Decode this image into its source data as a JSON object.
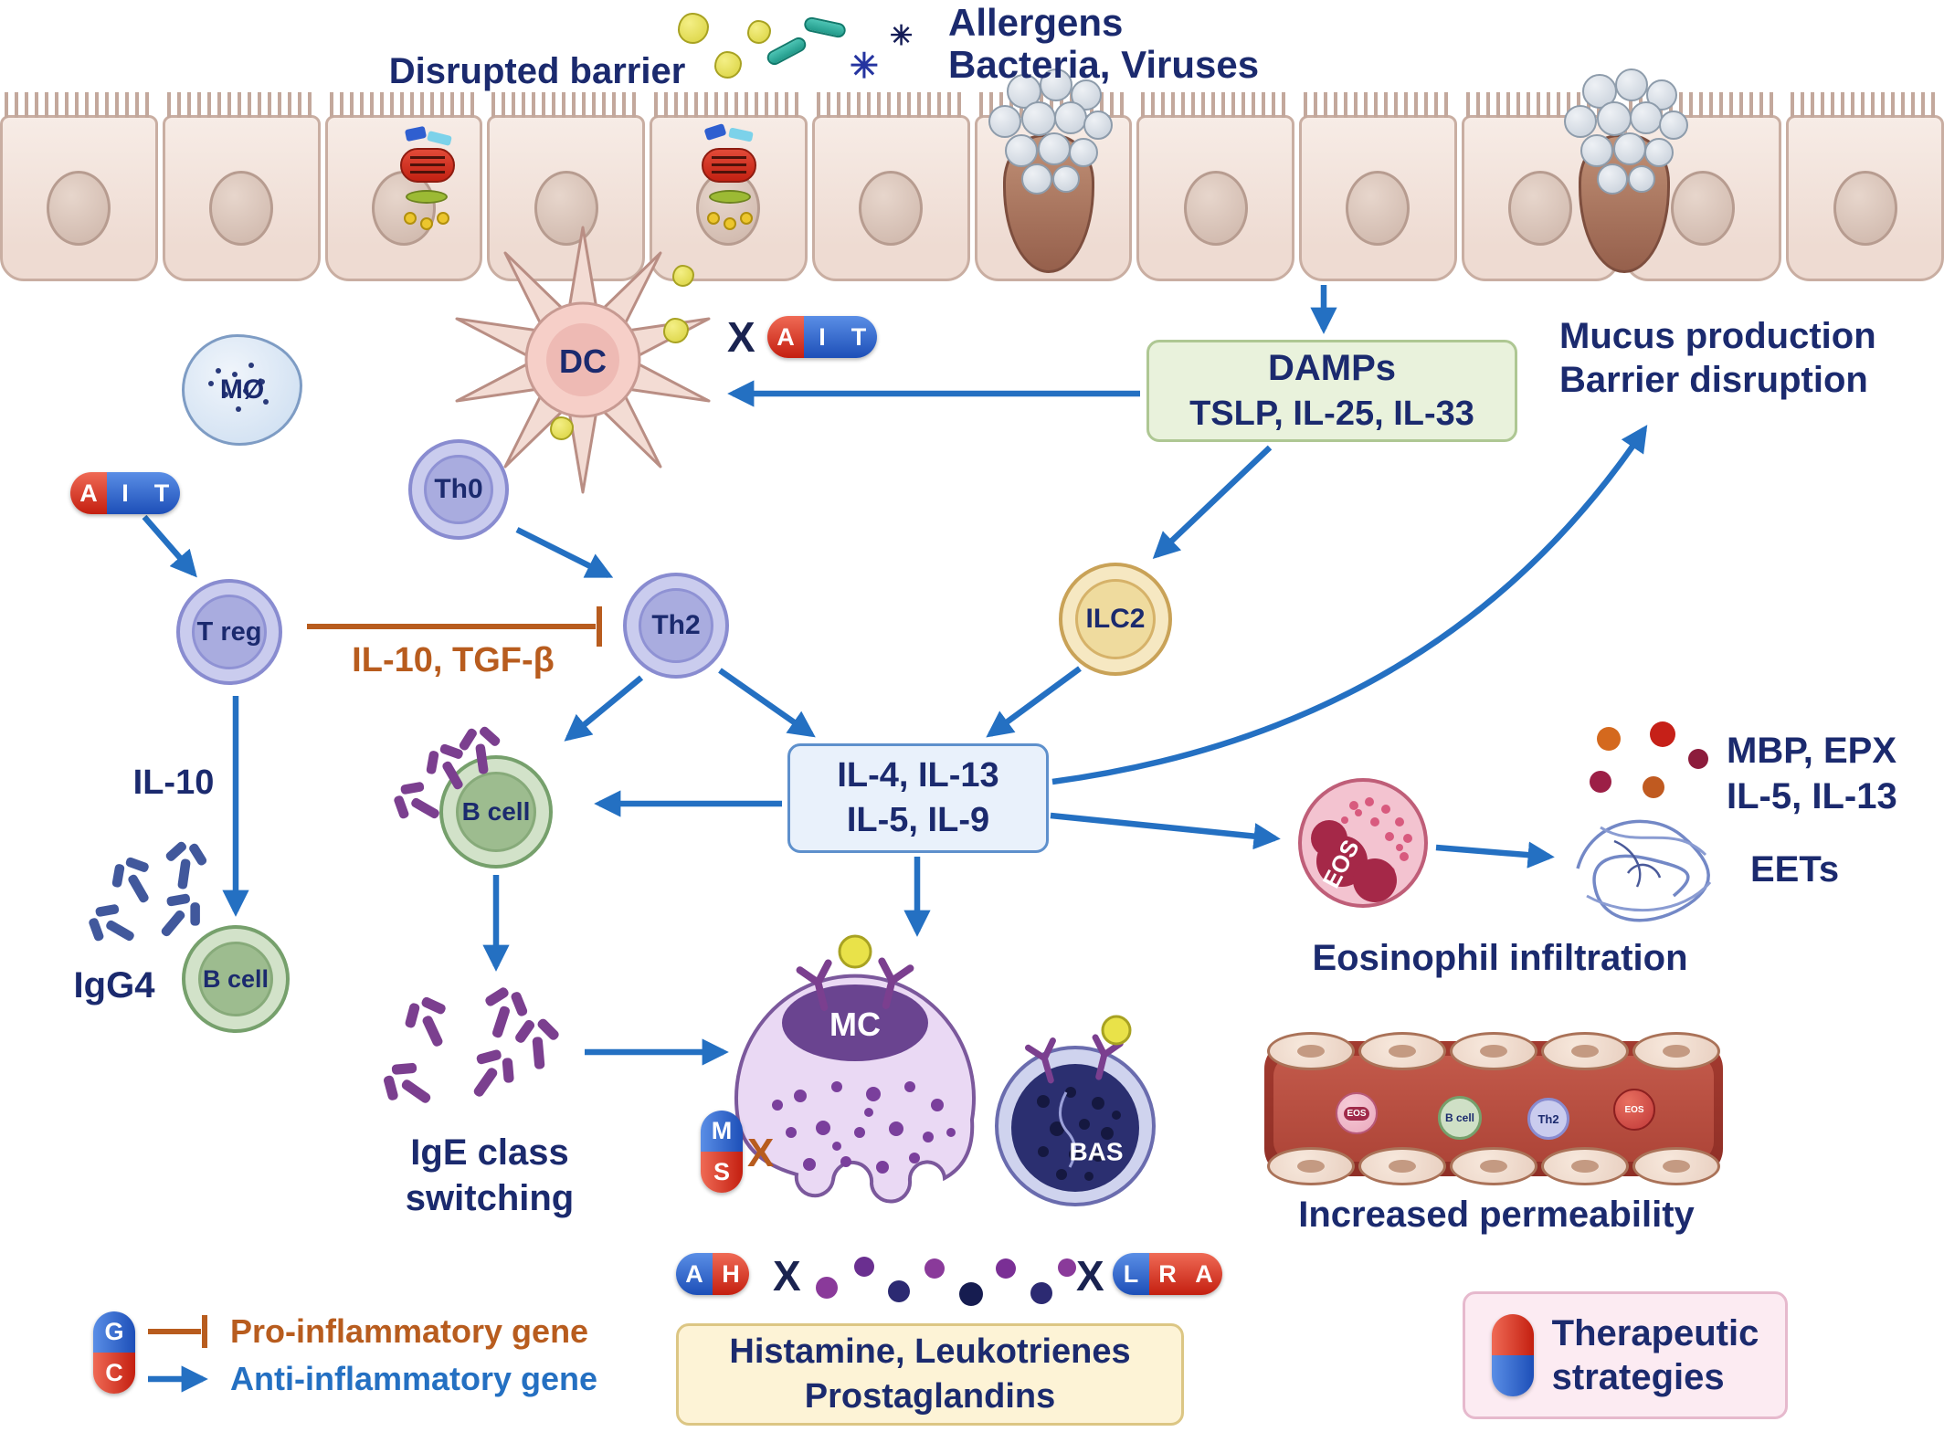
{
  "barrier": {
    "disrupted_label": "Disrupted barrier",
    "allergens_line1": "Allergens",
    "allergens_line2": "Bacteria, Viruses"
  },
  "effects": {
    "mucus_line1": "Mucus production",
    "mucus_line2": "Barrier disruption",
    "mbp_line1": "MBP, EPX",
    "mbp_line2": "IL-5, IL-13",
    "eets": "EETs",
    "eosinophil_infiltration": "Eosinophil infiltration",
    "increased_permeability": "Increased permeability"
  },
  "boxes": {
    "damps_line1": "DAMPs",
    "damps_line2": "TSLP, IL-25, IL-33",
    "cytokines_line1": "IL-4, IL-13",
    "cytokines_line2": "IL-5, IL-9",
    "mediators_line1": "Histamine, Leukotrienes",
    "mediators_line2": "Prostaglandins",
    "therapeutic_line1": "Therapeutic",
    "therapeutic_line2": "strategies"
  },
  "cells": {
    "macrophage": "MØ",
    "dendritic": "DC",
    "th0": "Th0",
    "treg": "T reg",
    "th2": "Th2",
    "ilc2": "ILC2",
    "b_cell": "B cell",
    "b_cell_igg4": "B cell",
    "mast": "MC",
    "basophil": "BAS",
    "eosinophil": "EOS",
    "vessel_eos_left": "EOS",
    "vessel_b_cell": "B cell",
    "vessel_th2": "Th2",
    "vessel_eos_right": "EOS"
  },
  "signals": {
    "il10_tgfb": "IL-10, TGF-β",
    "il10": "IL-10",
    "igg4": "IgG4",
    "ige_line1": "IgE class",
    "ige_line2": "switching"
  },
  "pills": {
    "ait_dc": [
      "A",
      "I",
      "T"
    ],
    "ait_left": [
      "A",
      "I",
      "T"
    ],
    "ms": [
      "M",
      "S"
    ],
    "ah": [
      "A",
      "H"
    ],
    "lra": [
      "L",
      "R",
      "A"
    ],
    "gc": [
      "G",
      "C"
    ]
  },
  "marks": {
    "x": "X"
  },
  "icons": {
    "virus": "✳"
  },
  "legend": {
    "pro": "Pro-inflammatory gene",
    "anti": "Anti-inflammatory gene"
  },
  "colors": {
    "arrow_blue": "#2470c2",
    "inhibit_orange": "#b85c1e",
    "navy_text": "#1b2a6e"
  }
}
